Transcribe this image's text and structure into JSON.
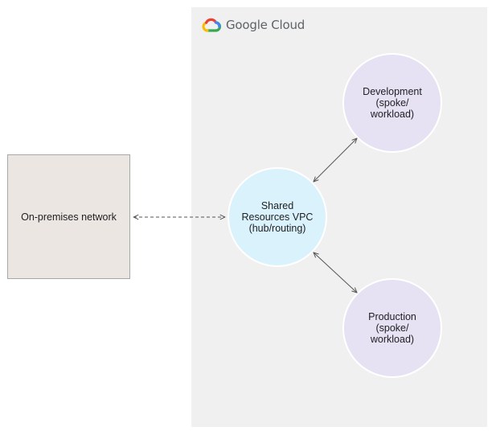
{
  "brand": {
    "text": "Google Cloud",
    "icon": "google-cloud-logo-icon",
    "colors": {
      "blue": "#4285f4",
      "red": "#ea4335",
      "yellow": "#fbbc04",
      "green": "#34a853"
    }
  },
  "onprem": {
    "label": "On-premises network"
  },
  "nodes": {
    "hub": {
      "label": "Shared\nResources VPC\n(hub/routing)"
    },
    "development": {
      "label": "Development\n(spoke/\nworkload)"
    },
    "production": {
      "label": "Production\n(spoke/\nworkload)"
    }
  },
  "connections": [
    {
      "from": "onprem",
      "to": "hub",
      "style": "dashed",
      "arrows": "both"
    },
    {
      "from": "hub",
      "to": "development",
      "style": "solid",
      "arrows": "both"
    },
    {
      "from": "hub",
      "to": "production",
      "style": "solid",
      "arrows": "both"
    }
  ],
  "colors": {
    "cloud_panel": "#f0f0f0",
    "onprem_fill": "#ece6e3",
    "hub_fill": "#d9f2fb",
    "spoke_fill": "#e6e2f4",
    "connector": "#555555"
  }
}
